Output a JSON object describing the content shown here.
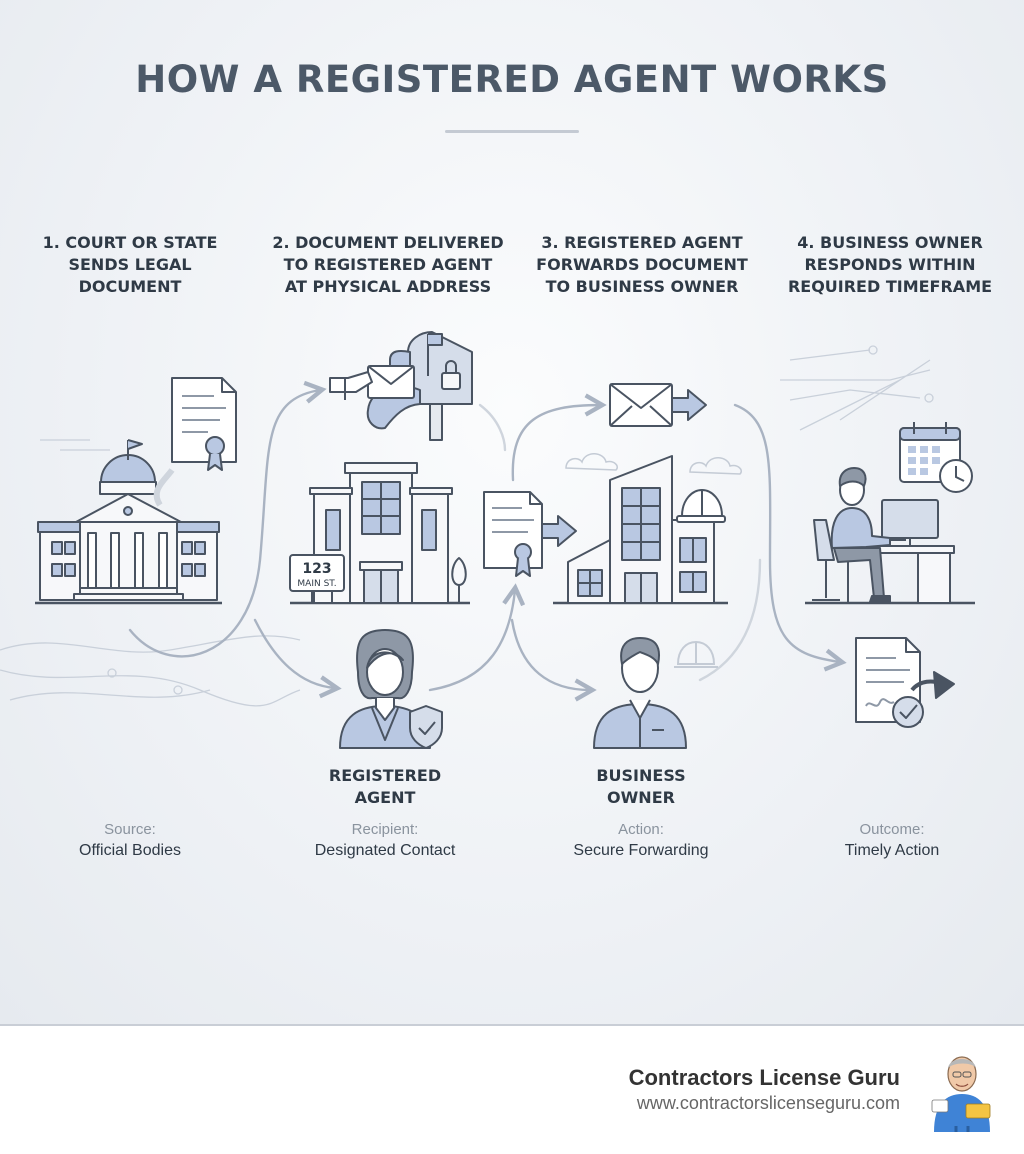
{
  "title": "HOW A REGISTERED AGENT WORKS",
  "steps": [
    {
      "lines": [
        "1. COURT OR STATE",
        "SENDS LEGAL",
        "DOCUMENT"
      ]
    },
    {
      "lines": [
        "2. DOCUMENT DELIVERED",
        "TO REGISTERED AGENT",
        "AT PHYSICAL ADDRESS"
      ]
    },
    {
      "lines": [
        "3. REGISTERED AGENT",
        "FORWARDS DOCUMENT",
        "TO BUSINESS OWNER"
      ]
    },
    {
      "lines": [
        "4. BUSINESS OWNER",
        "RESPONDS WITHIN",
        "REQUIRED TIMEFRAME"
      ]
    }
  ],
  "sign": {
    "line1": "123",
    "line2": "MAIN ST."
  },
  "roles": {
    "agent": [
      "REGISTERED",
      "AGENT"
    ],
    "owner": [
      "BUSINESS",
      "OWNER"
    ]
  },
  "meta": [
    {
      "key": "Source:",
      "value": "Official Bodies"
    },
    {
      "key": "Recipient:",
      "value": "Designated Contact"
    },
    {
      "key": "Action:",
      "value": "Secure Forwarding"
    },
    {
      "key": "Outcome:",
      "value": "Timely Action"
    }
  ],
  "footer": {
    "brand": "Contractors License Guru",
    "url": "www.contractorslicenseguru.com"
  },
  "colors": {
    "line": "#4a5462",
    "blue": "#b9c8e2",
    "blueDark": "#8fa3c8",
    "flow": "#a9b3c2"
  }
}
